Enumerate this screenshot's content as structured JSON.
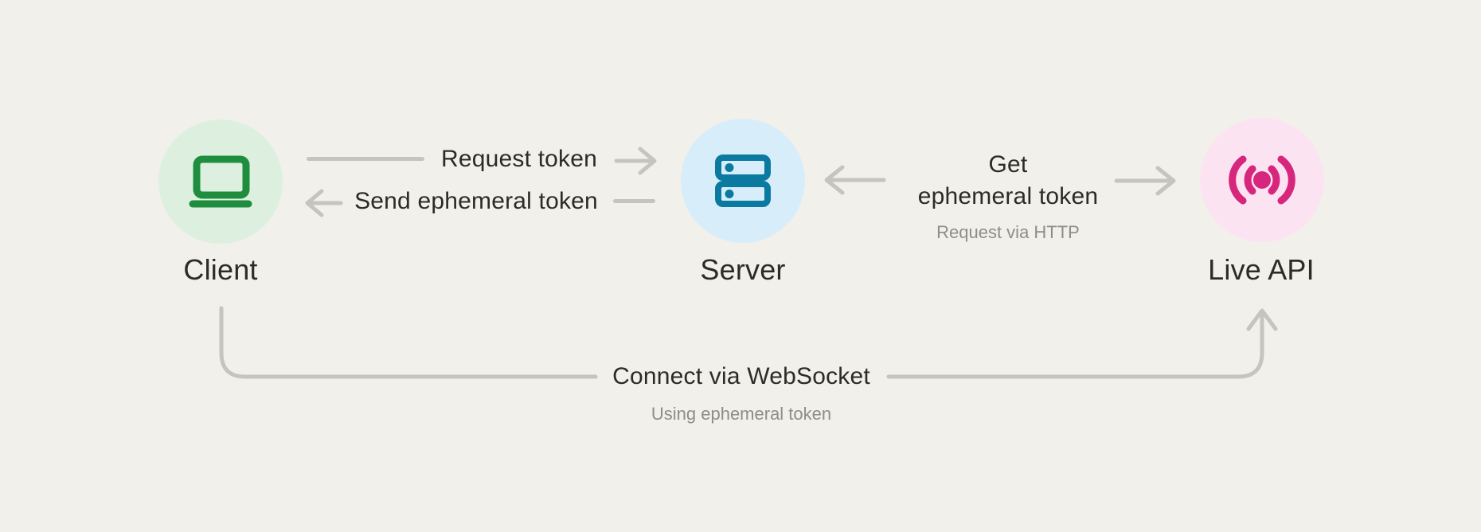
{
  "colors": {
    "background": "#f1f0eb",
    "connector_gray": "#c5c4c1",
    "text_primary": "#2b2b29",
    "text_secondary": "#8e8d8a",
    "client_circle": "#ddf0e0",
    "client_icon": "#1e8e3e",
    "server_circle": "#d8edfa",
    "server_icon": "#0b7aa0",
    "live_api_circle": "#fce3f2",
    "live_api_icon": "#d6267d"
  },
  "nodes": {
    "client": {
      "label": "Client",
      "icon": "laptop-icon"
    },
    "server": {
      "label": "Server",
      "icon": "server-icon"
    },
    "live_api": {
      "label": "Live API",
      "icon": "broadcast-icon"
    }
  },
  "edges": {
    "request_token": {
      "label": "Request token"
    },
    "send_ephemeral_token": {
      "label": "Send ephemeral token"
    },
    "get_ephemeral_token": {
      "label_line1": "Get",
      "label_line2": "ephemeral token",
      "sublabel": "Request via HTTP"
    },
    "connect_websocket": {
      "label": "Connect via WebSocket",
      "sublabel": "Using ephemeral token"
    }
  }
}
